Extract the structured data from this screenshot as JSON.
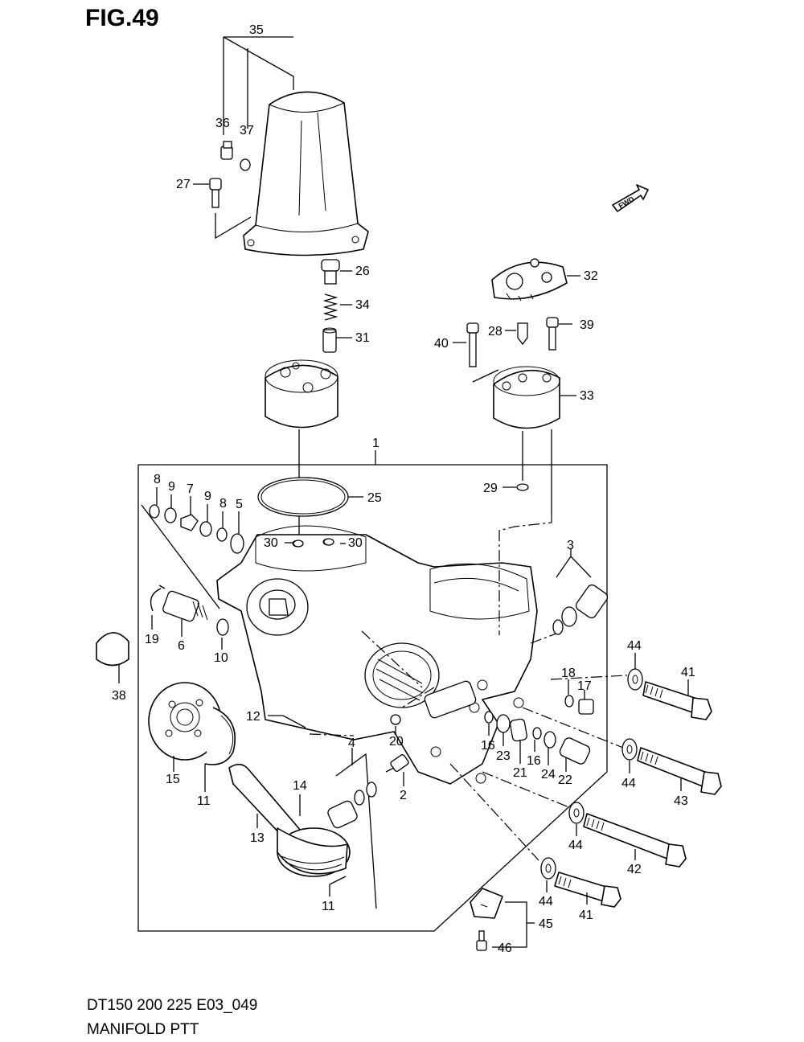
{
  "figure": {
    "title": "FIG.49",
    "model_code": "DT150 200 225 E03_049",
    "subtitle": "MANIFOLD PTT",
    "fwd_label": "FWD"
  },
  "callouts": [
    {
      "id": "c35",
      "text": "35"
    },
    {
      "id": "c36",
      "text": "36"
    },
    {
      "id": "c37",
      "text": "37"
    },
    {
      "id": "c27",
      "text": "27"
    },
    {
      "id": "c26",
      "text": "26"
    },
    {
      "id": "c34",
      "text": "34"
    },
    {
      "id": "c31",
      "text": "31"
    },
    {
      "id": "c32",
      "text": "32"
    },
    {
      "id": "c28",
      "text": "28"
    },
    {
      "id": "c39",
      "text": "39"
    },
    {
      "id": "c40",
      "text": "40"
    },
    {
      "id": "c33",
      "text": "33"
    },
    {
      "id": "c1",
      "text": "1"
    },
    {
      "id": "c29",
      "text": "29"
    },
    {
      "id": "c25",
      "text": "25"
    },
    {
      "id": "c8a",
      "text": "8"
    },
    {
      "id": "c9a",
      "text": "9"
    },
    {
      "id": "c7",
      "text": "7"
    },
    {
      "id": "c9b",
      "text": "9"
    },
    {
      "id": "c8b",
      "text": "8"
    },
    {
      "id": "c5",
      "text": "5"
    },
    {
      "id": "c30a",
      "text": "30"
    },
    {
      "id": "c30b",
      "text": "30"
    },
    {
      "id": "c3",
      "text": "3"
    },
    {
      "id": "c19",
      "text": "19"
    },
    {
      "id": "c6",
      "text": "6"
    },
    {
      "id": "c10",
      "text": "10"
    },
    {
      "id": "c38",
      "text": "38"
    },
    {
      "id": "c44a",
      "text": "44"
    },
    {
      "id": "c41a",
      "text": "41"
    },
    {
      "id": "c18",
      "text": "18"
    },
    {
      "id": "c17",
      "text": "17"
    },
    {
      "id": "c12",
      "text": "12"
    },
    {
      "id": "c20",
      "text": "20"
    },
    {
      "id": "c4",
      "text": "4"
    },
    {
      "id": "c16a",
      "text": "16"
    },
    {
      "id": "c23",
      "text": "23"
    },
    {
      "id": "c16b",
      "text": "16"
    },
    {
      "id": "c21",
      "text": "21"
    },
    {
      "id": "c24",
      "text": "24"
    },
    {
      "id": "c22",
      "text": "22"
    },
    {
      "id": "c44b",
      "text": "44"
    },
    {
      "id": "c43",
      "text": "43"
    },
    {
      "id": "c15",
      "text": "15"
    },
    {
      "id": "c11a",
      "text": "11"
    },
    {
      "id": "c2",
      "text": "2"
    },
    {
      "id": "c14",
      "text": "14"
    },
    {
      "id": "c13",
      "text": "13"
    },
    {
      "id": "c44c",
      "text": "44"
    },
    {
      "id": "c42",
      "text": "42"
    },
    {
      "id": "c11b",
      "text": "11"
    },
    {
      "id": "c44d",
      "text": "44"
    },
    {
      "id": "c41b",
      "text": "41"
    },
    {
      "id": "c45",
      "text": "45"
    },
    {
      "id": "c46",
      "text": "46"
    }
  ]
}
